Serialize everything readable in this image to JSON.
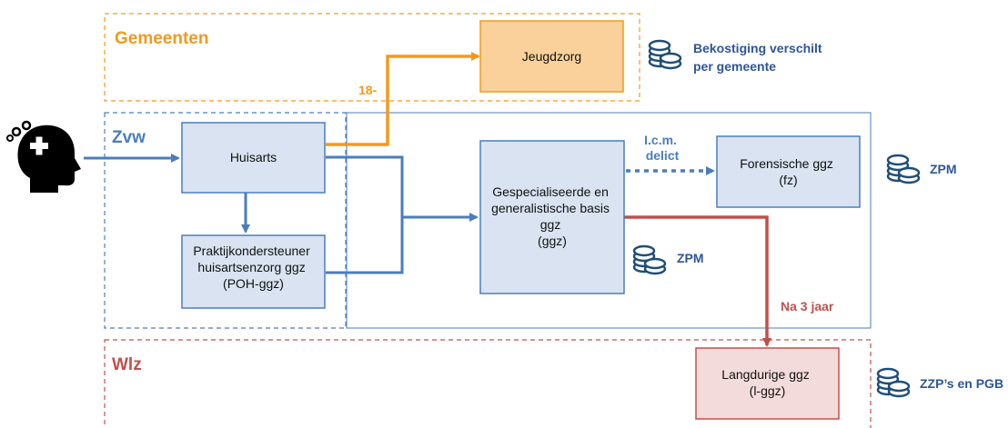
{
  "colors": {
    "orange": "#F29A1D",
    "orange_fill": "#FAD19A",
    "blue": "#4A7EBB",
    "blue_dark": "#1F4E79",
    "blue_fill": "#D9E3F1",
    "red": "#C0504D",
    "red_fill": "#F4DBDB",
    "text_dark_blue": "#2F5597"
  },
  "regions": {
    "gemeenten": "Gemeenten",
    "zvw": "Zvw",
    "wlz": "Wlz"
  },
  "boxes": {
    "jeugdzorg": [
      "Jeugdzorg"
    ],
    "huisarts": [
      "Huisarts"
    ],
    "poh": [
      "Praktijkondersteuner",
      "huisartsenzorg ggz",
      "(POH-ggz)"
    ],
    "ggz": [
      "Gespecialiseerde en",
      "generalistische basis",
      "ggz",
      "(ggz)"
    ],
    "forensisch": [
      "Forensische ggz",
      "(fz)"
    ],
    "langdurig": [
      "Langdurige ggz",
      "(l-ggz)"
    ]
  },
  "edge_labels": {
    "age": "18-",
    "delict": [
      "I.c.m.",
      "delict"
    ],
    "after": "Na 3 jaar"
  },
  "funding": {
    "gemeenten": [
      "Bekostiging verschilt",
      "per gemeente"
    ],
    "ggz": "ZPM",
    "forensisch": "ZPM",
    "wlz": "ZZP’s en PGB"
  },
  "icons": {
    "person": "head-with-brain-icon",
    "coins": "coin-stack-icon"
  }
}
